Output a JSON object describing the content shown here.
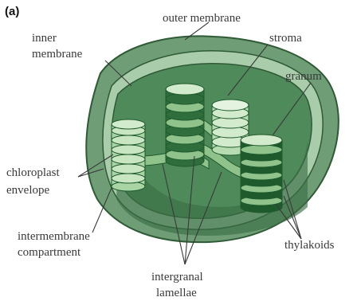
{
  "figure": {
    "panel_label": "(a)",
    "labels": {
      "outer_membrane": "outer membrane",
      "inner_membrane_line1": "inner",
      "inner_membrane_line2": "membrane",
      "stroma": "stroma",
      "granum": "granum",
      "chloroplast_envelope_line1": "chloroplast",
      "chloroplast_envelope_line2": "envelope",
      "thylakoids": "thylakoids",
      "intermembrane_line1": "intermembrane",
      "intermembrane_line2": "compartment",
      "intergranal_line1": "intergranal",
      "intergranal_line2": "lamellae"
    },
    "colors": {
      "outer": "#6f9e76",
      "outer_edge": "#2f5a36",
      "rim": "#a9ccab",
      "inner": "#4f8a5a",
      "inner_dark": "#3a6e45",
      "disc_light": "#d2ebcd",
      "disc_mid": "#a9d4a3",
      "disc_dark": "#1f5a2c"
    }
  }
}
